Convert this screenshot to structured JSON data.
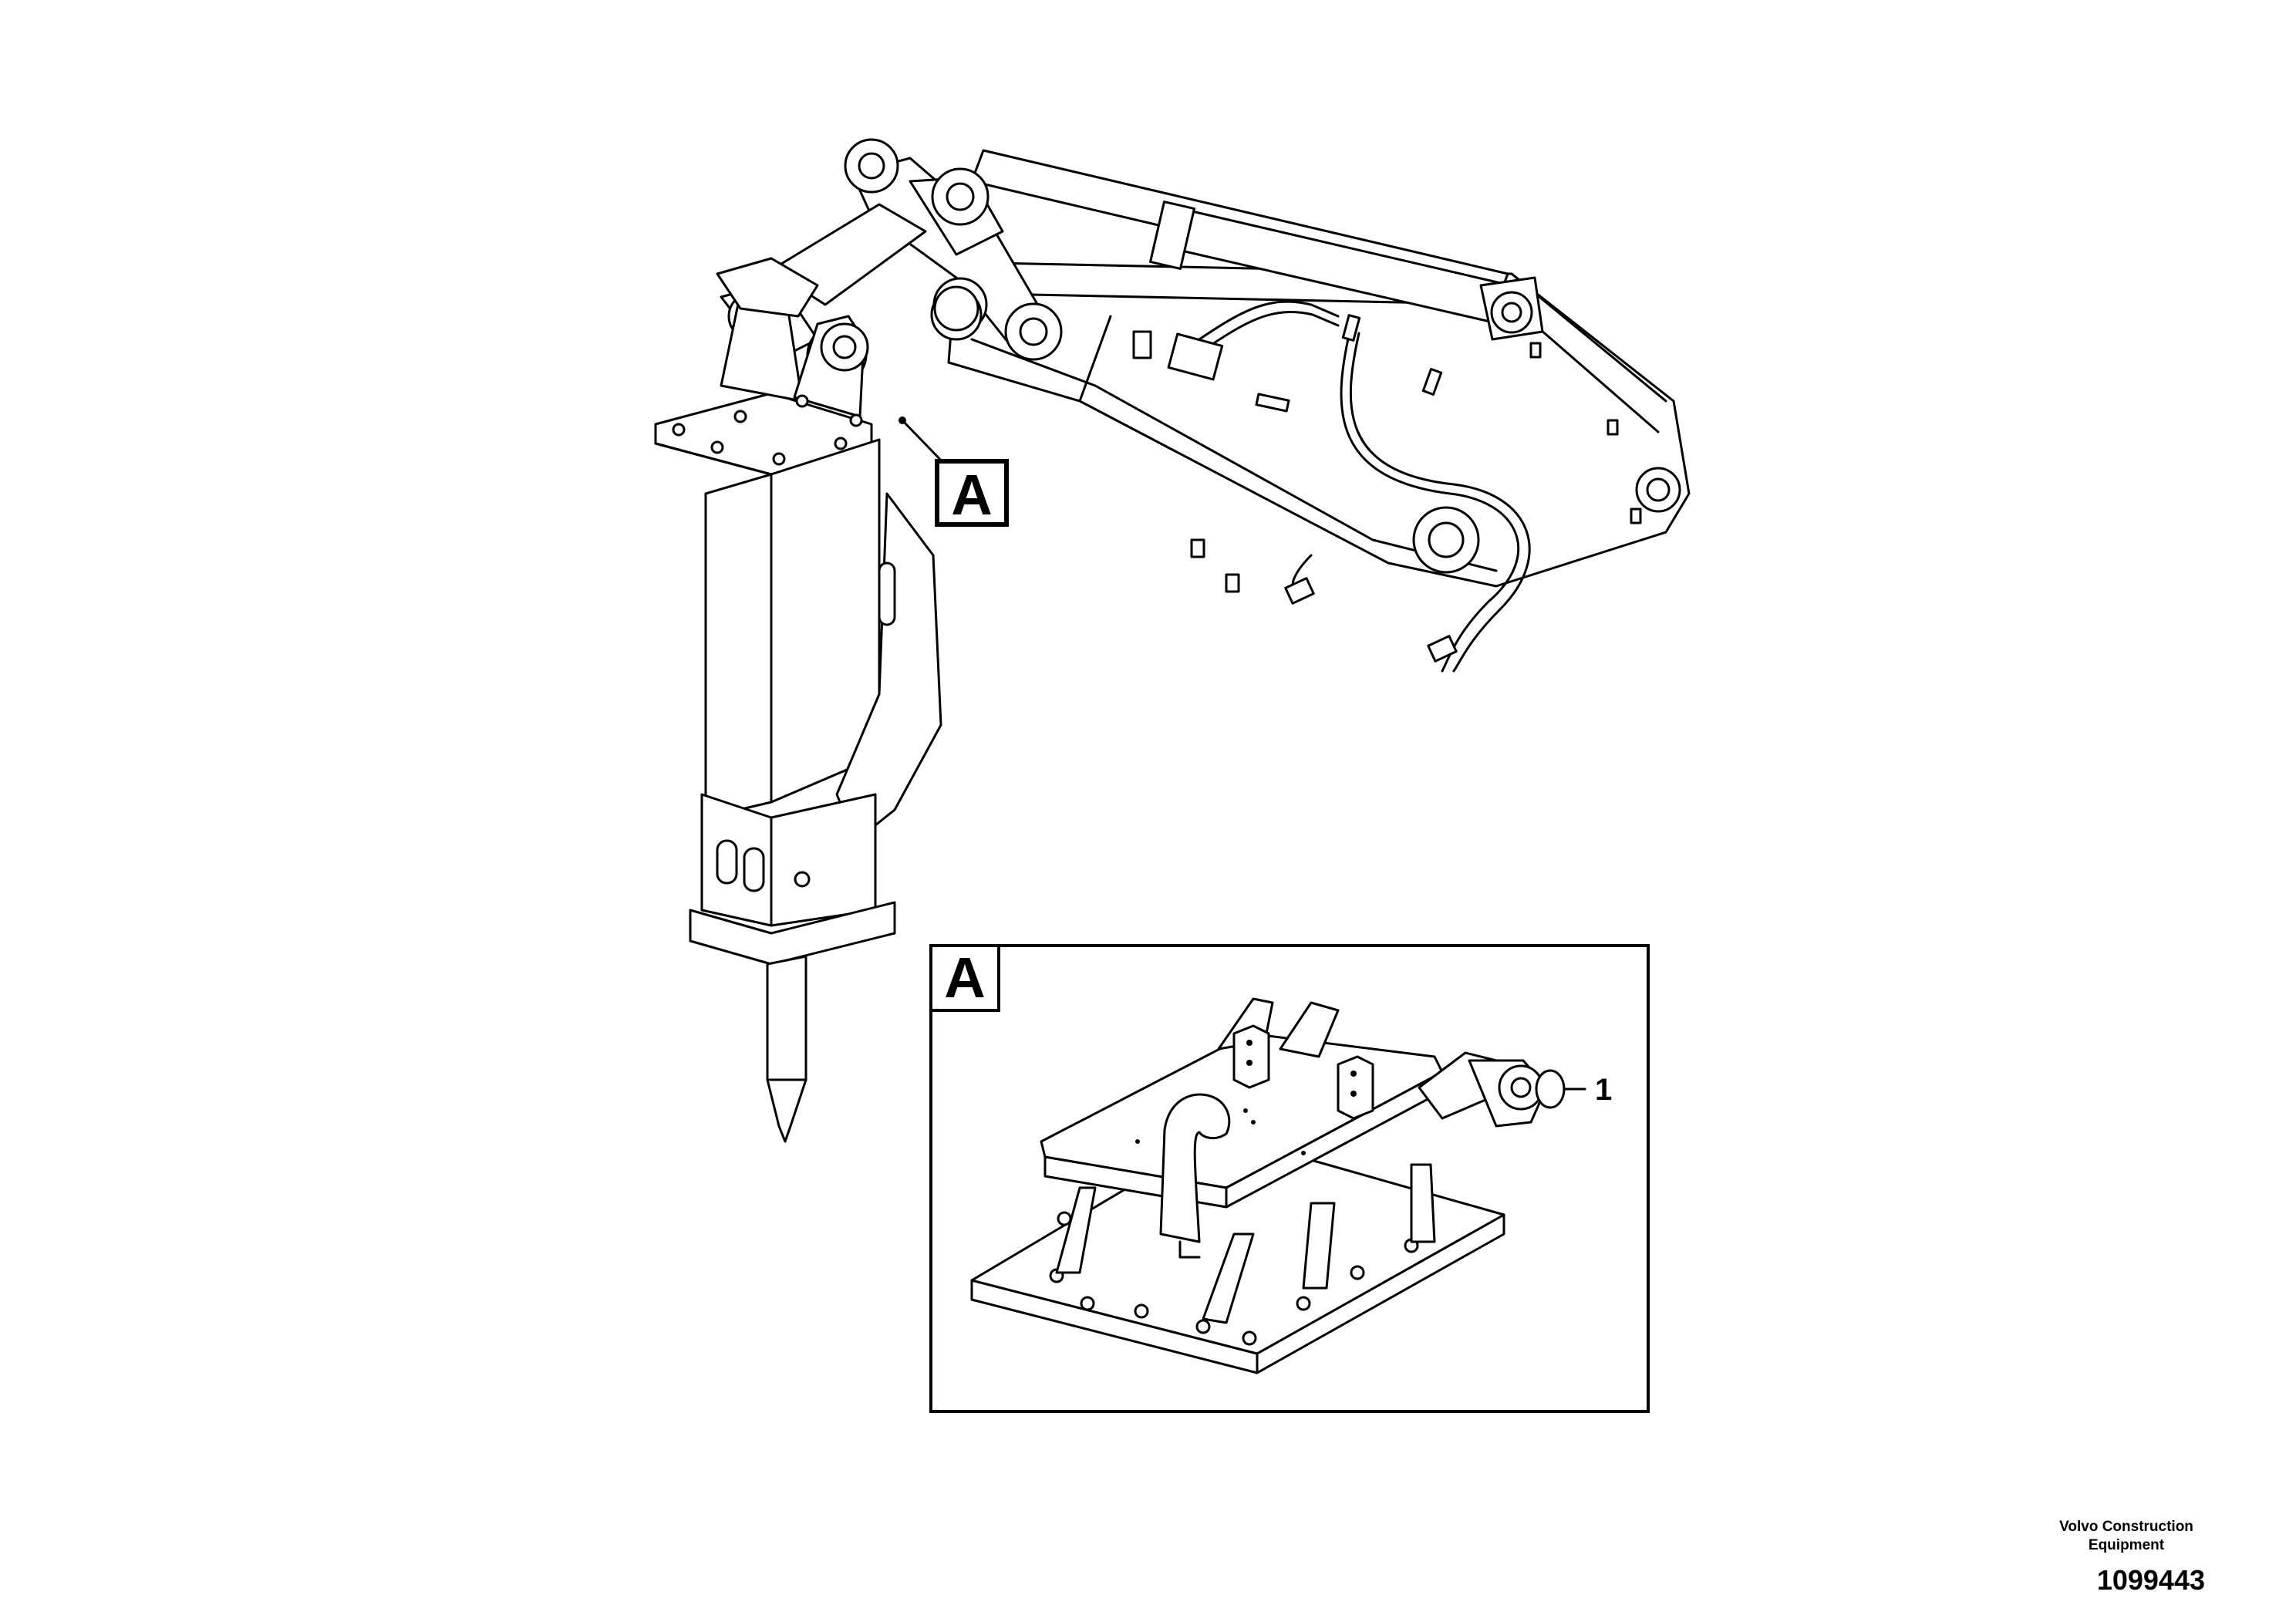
{
  "callouts": {
    "view_label_main": "A",
    "view_label_detail": "A",
    "item_1": "1"
  },
  "footer": {
    "company_line1": "Volvo Construction",
    "company_line2": "Equipment",
    "figure_number": "1099443"
  },
  "colors": {
    "line": "#000000",
    "background": "#ffffff"
  }
}
